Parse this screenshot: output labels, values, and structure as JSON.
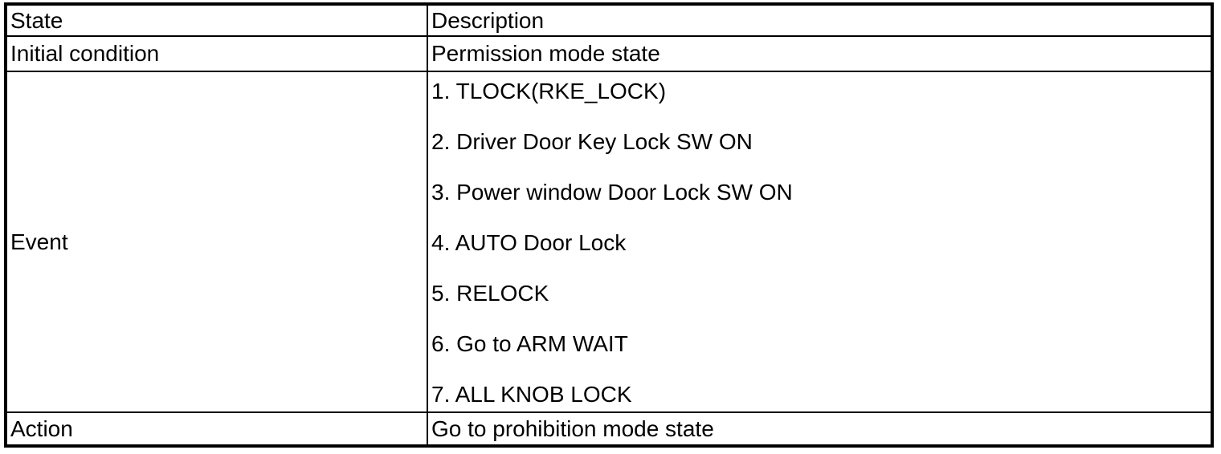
{
  "colors": {
    "background": "#ffffff",
    "border": "#000000",
    "text": "#000000"
  },
  "table": {
    "header": {
      "col1": "State",
      "col2": "Description"
    },
    "rows": [
      {
        "label": "Initial condition",
        "description": "Permission mode state"
      },
      {
        "label": "Event",
        "events": [
          "1. TLOCK(RKE_LOCK)",
          "2. Driver Door Key Lock SW ON",
          "3. Power window Door Lock SW ON",
          "4. AUTO Door Lock",
          "5. RELOCK",
          "6. Go to ARM WAIT",
          "7. ALL KNOB LOCK"
        ]
      },
      {
        "label": "Action",
        "description": "Go to prohibition mode state"
      }
    ]
  }
}
